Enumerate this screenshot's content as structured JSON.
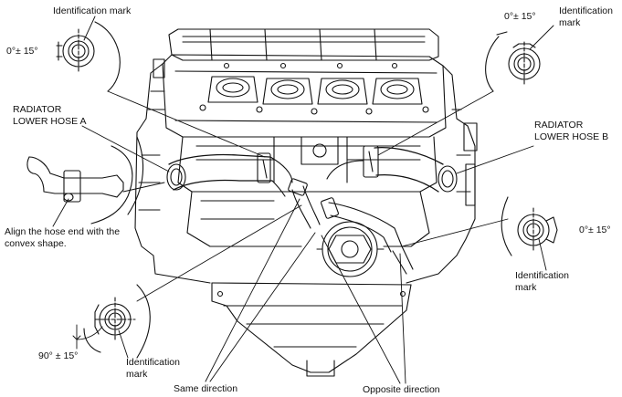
{
  "labels": {
    "id_mark_top_left": "Identification mark",
    "angle_top_left": "0°± 15°",
    "angle_top_right": "0°± 15°",
    "id_mark_top_right_l1": "Identification",
    "id_mark_top_right_l2": "mark",
    "hose_a_l1": "RADIATOR",
    "hose_a_l2": "LOWER HOSE A",
    "hose_b_l1": "RADIATOR",
    "hose_b_l2": "LOWER HOSE B",
    "align_l1": "Align the hose end with the",
    "align_l2": "convex shape.",
    "angle_right": "0°± 15°",
    "id_mark_right_l1": "Identification",
    "id_mark_right_l2": "mark",
    "angle_bottom_left": "90° ± 15°",
    "id_mark_bottom_left_l1": "Identification",
    "id_mark_bottom_left_l2": "mark",
    "same_direction": "Same direction",
    "opposite_direction": "Opposite direction"
  },
  "colors": {
    "line": "#111111",
    "background": "#ffffff"
  }
}
